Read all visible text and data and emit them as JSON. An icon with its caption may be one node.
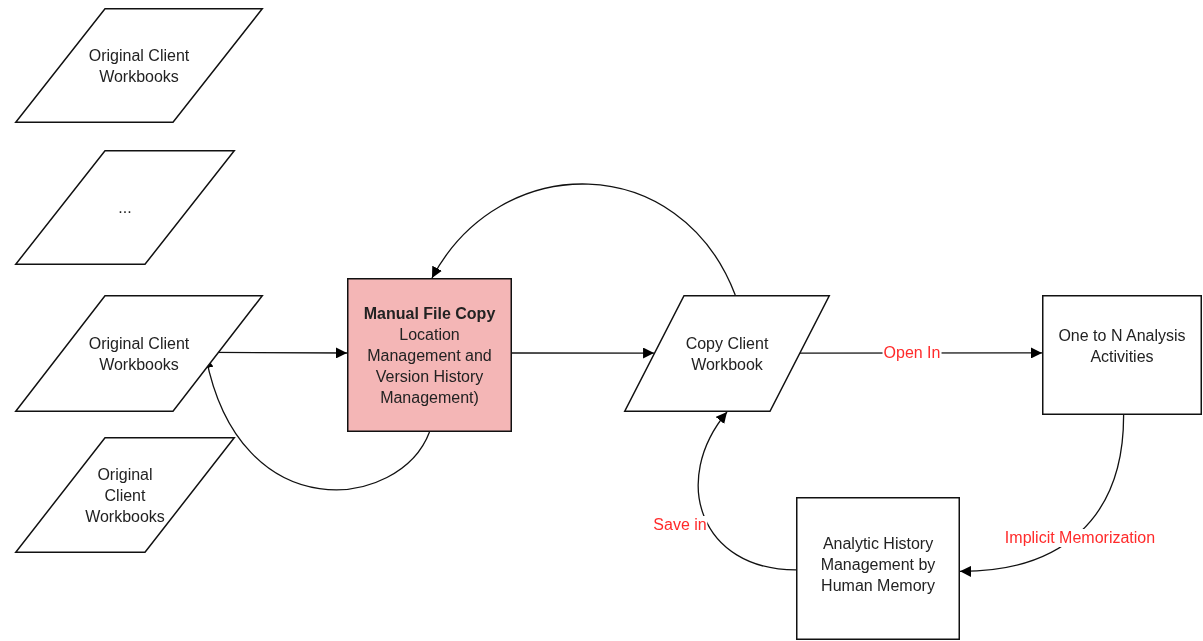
{
  "diagram": {
    "nodes": [
      {
        "text": [
          "Original Client Workbooks"
        ]
      },
      {
        "text": [
          "..."
        ]
      },
      {
        "text": [
          "Original Client Workbooks"
        ]
      },
      {
        "text": [
          "Original Client Workbooks"
        ]
      },
      {
        "text": [
          "Manual File Copy",
          "Location Management and Version History Management)"
        ]
      },
      {
        "text": [
          "Copy Client Workbook"
        ]
      },
      {
        "text": [
          "One to N Analysis Activities"
        ]
      },
      {
        "text": [
          "Analytic History Management by Human Memory"
        ]
      }
    ],
    "edges": [
      {
        "from": 2,
        "to": 4,
        "arrow": "to"
      },
      {
        "from": 4,
        "to": 2,
        "arrow": "to"
      },
      {
        "from": 4,
        "to": 5,
        "arrow": "to"
      },
      {
        "from": 5,
        "to": 4,
        "arrow": "to"
      },
      {
        "from": 5,
        "to": 6,
        "arrow": "to",
        "label": "Open In"
      },
      {
        "from": 6,
        "to": 7,
        "arrow": "to",
        "label": "Implicit Memorization"
      },
      {
        "from": 7,
        "to": 5,
        "arrow": "to",
        "label": "Save in"
      }
    ]
  }
}
